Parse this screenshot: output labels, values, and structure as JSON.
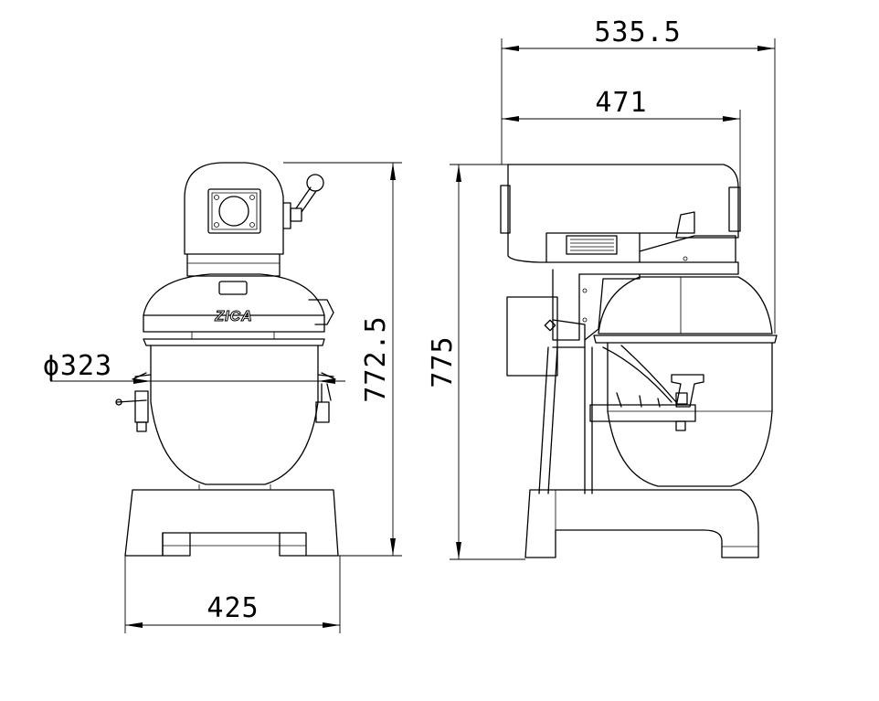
{
  "brand_label": "ZICA",
  "dimensions": {
    "overall_depth": "535.5",
    "head_depth": "471",
    "front_height": "772.5",
    "side_height": "775",
    "bowl_diameter": "ϕ323",
    "base_width": "425"
  }
}
